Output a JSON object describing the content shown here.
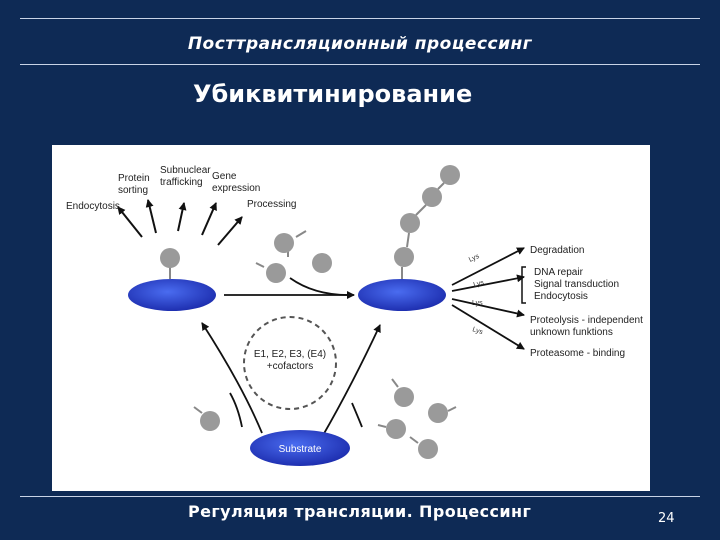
{
  "slide": {
    "header": "Посттрансляционный процессинг",
    "title": "Убиквитинирование",
    "footer": "Регуляция трансляции. Процессинг",
    "page_number": "24"
  },
  "diagram": {
    "top_outcomes": [
      "Endocytosis",
      "Protein sorting",
      "Subnuclear trafficking",
      "Gene expression",
      "Processing"
    ],
    "enzymes": [
      "E1, E2, E3, (E4)",
      "+cofactors"
    ],
    "substrate": "Substrate",
    "linkages": [
      "Lys",
      "Lys",
      "Lys",
      "Lys"
    ],
    "right_outcomes": {
      "degradation": "Degradation",
      "dna_group": [
        "DNA repair",
        "Signal transduction",
        "Endocytosis"
      ],
      "proteolysis": [
        "Proteolysis - independent",
        "unknown funktions"
      ],
      "proteasome": "Proteasome - binding"
    }
  },
  "colors": {
    "background": "#0e2a55",
    "ellipse": "#2c3fc8",
    "ubiquitin": "#9a9a9a"
  }
}
